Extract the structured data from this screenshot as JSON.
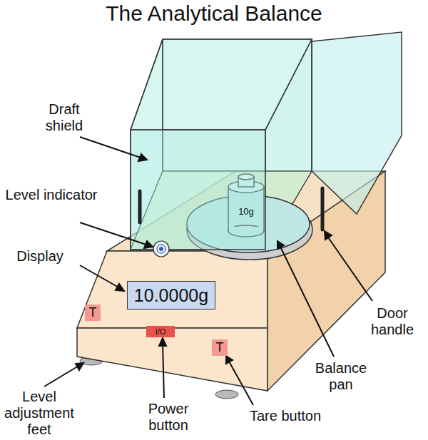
{
  "diagram": {
    "title": "The Analytical Balance",
    "nodes": [
      {
        "text": [
          "10g"
        ]
      },
      {
        "text": [
          "10.0000g"
        ]
      },
      {
        "text": [
          "T"
        ]
      },
      {
        "text": [
          "I/O"
        ]
      },
      {
        "text": [
          "T"
        ]
      }
    ],
    "labels": [
      "Draft shield",
      "Level indicator",
      "Display",
      "Door handle",
      "Balance pan",
      "Level adjustment feet",
      "Power button",
      "Tare button"
    ]
  }
}
